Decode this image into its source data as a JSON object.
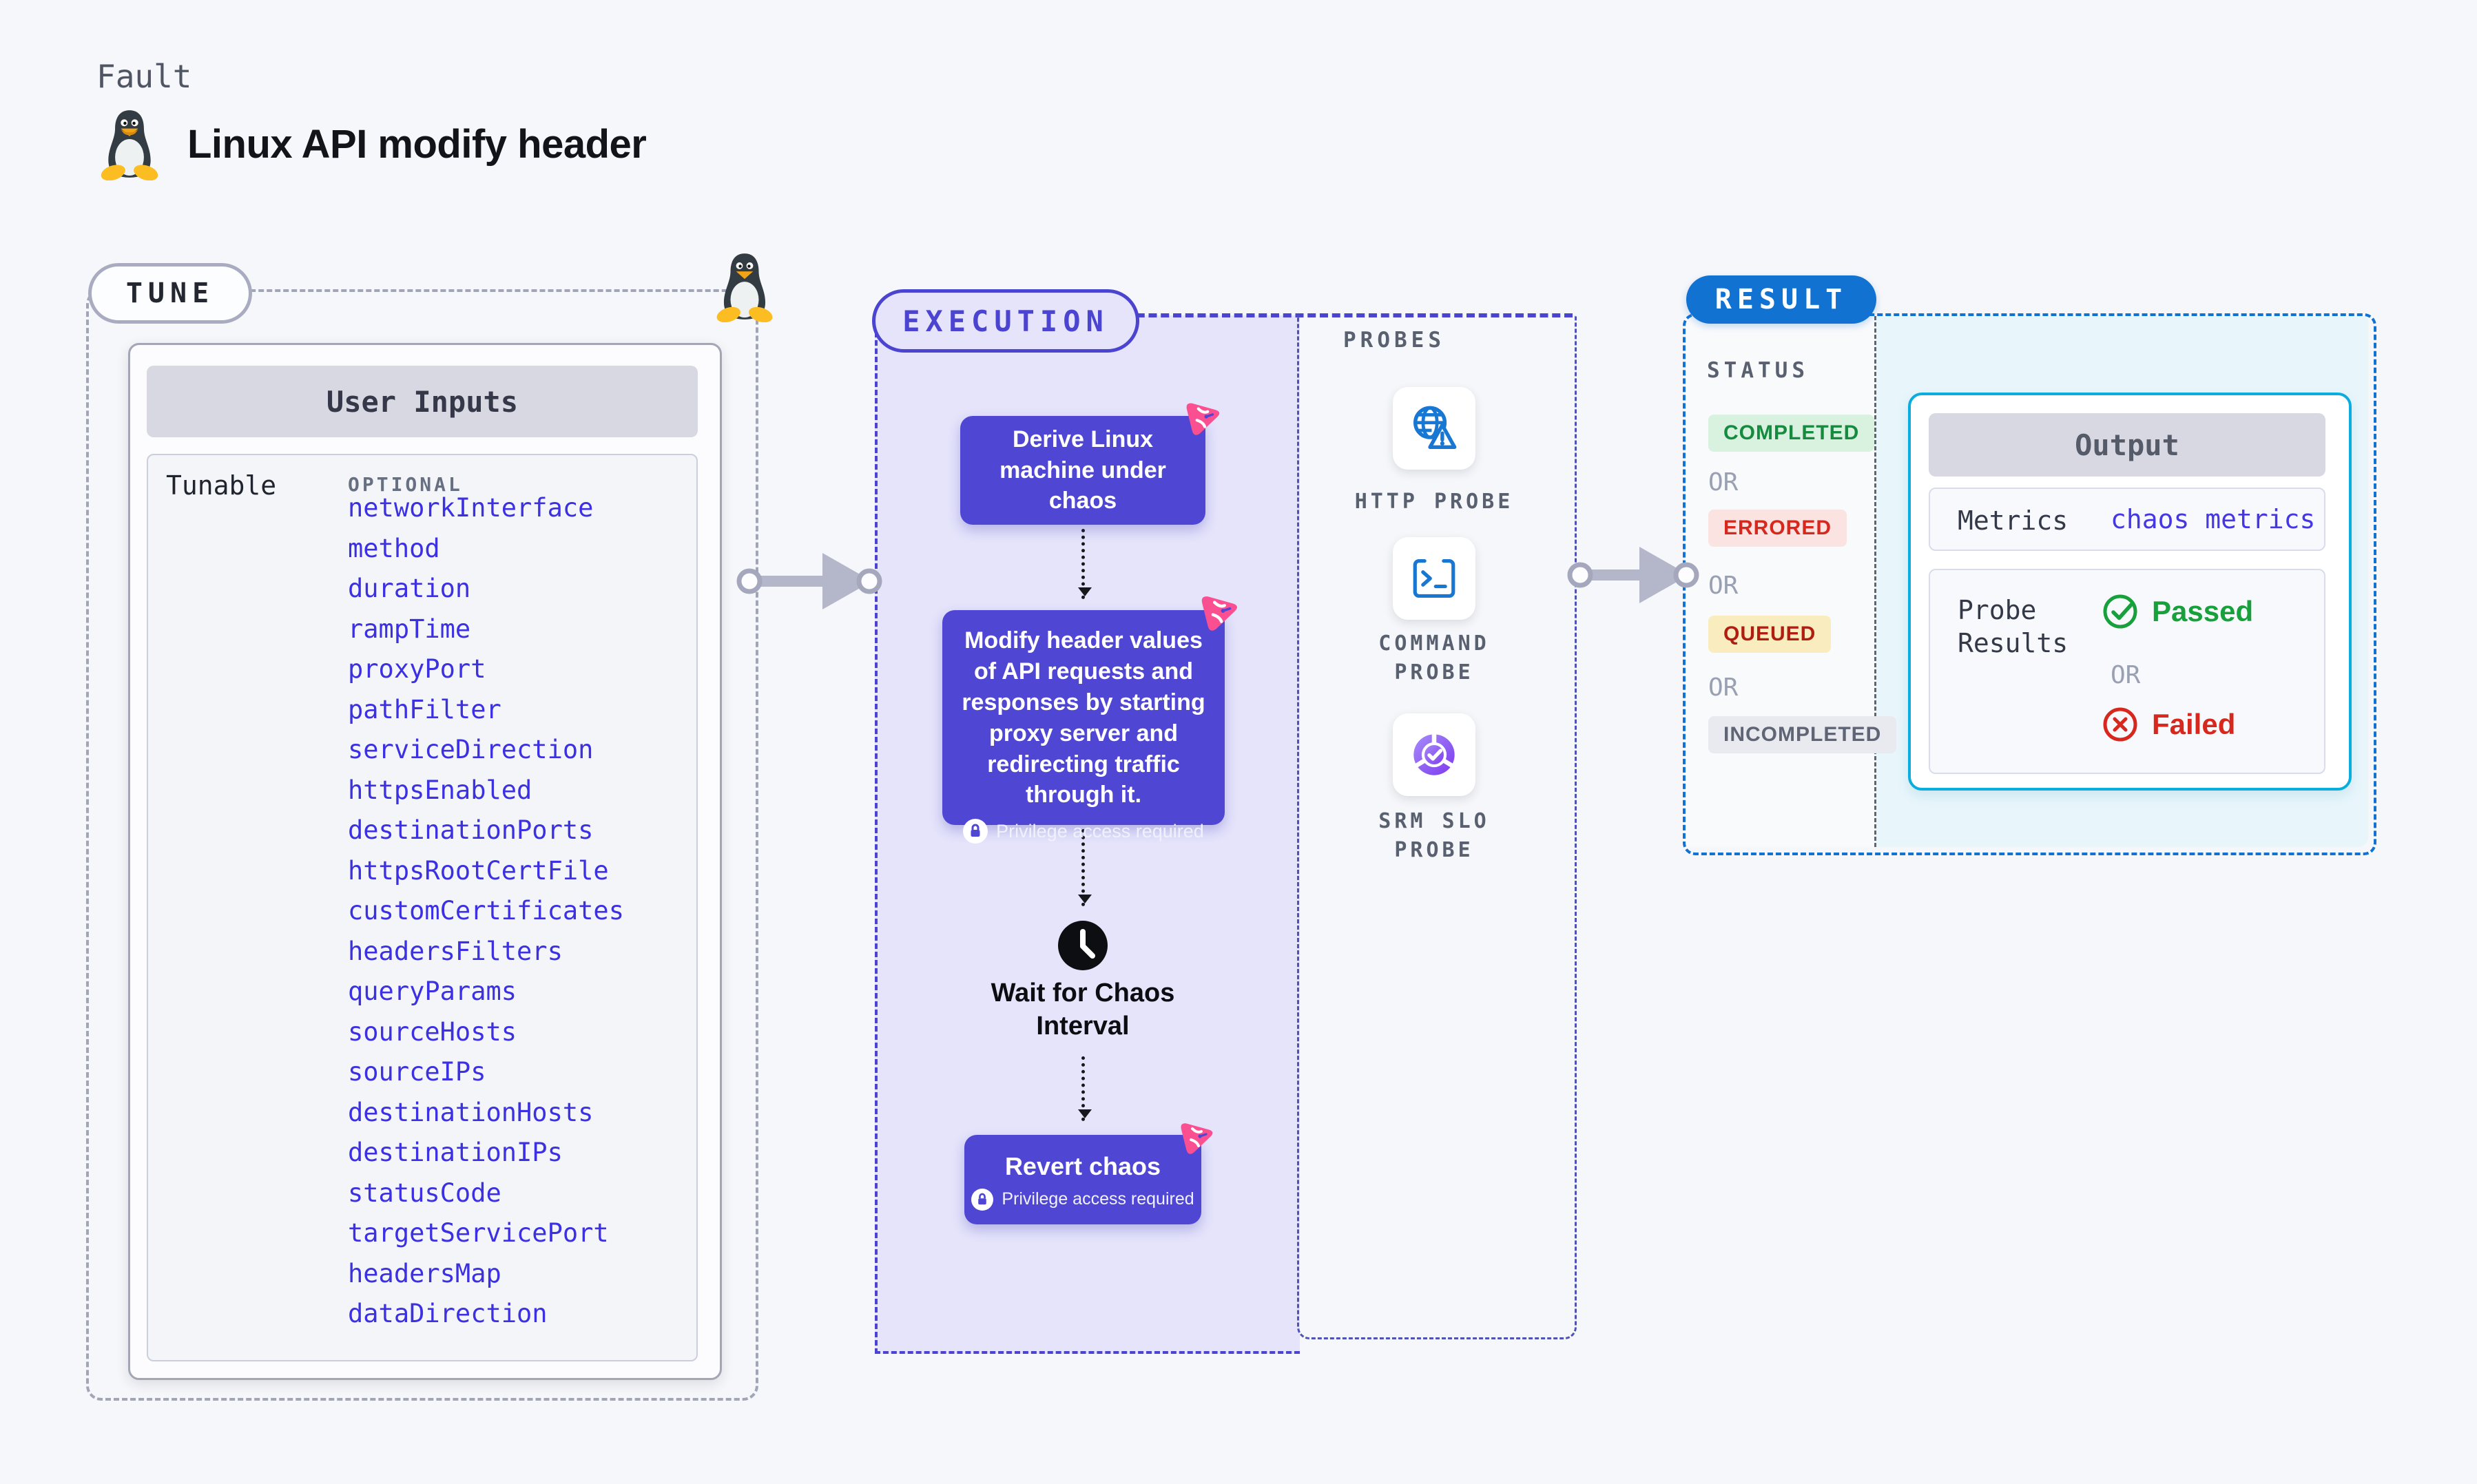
{
  "header": {
    "kicker": "Fault",
    "title": "Linux API modify header"
  },
  "tune": {
    "pill": "TUNE",
    "table_title": "User Inputs",
    "row_label": "Tunable",
    "column_label": "OPTIONAL",
    "tunables": [
      "networkInterface",
      "method",
      "duration",
      "rampTime",
      "proxyPort",
      "pathFilter",
      "serviceDirection",
      "httpsEnabled",
      "destinationPorts",
      "httpsRootCertFile",
      "customCertificates",
      "headersFilters",
      "queryParams",
      "sourceHosts",
      "sourceIPs",
      "destinationHosts",
      "destinationIPs",
      "statusCode",
      "targetServicePort",
      "headersMap",
      "dataDirection"
    ]
  },
  "execution": {
    "pill": "EXECUTION",
    "step_derive": "Derive Linux machine under chaos",
    "step_modify": "Modify header values of API requests and responses by starting proxy server and redirecting traffic through it.",
    "step_wait": "Wait for Chaos Interval",
    "step_revert": "Revert chaos",
    "privilege_note": "Privilege access required"
  },
  "probes": {
    "label": "PROBES",
    "items": [
      {
        "label": "HTTP PROBE"
      },
      {
        "label": "COMMAND PROBE"
      },
      {
        "label": "SRM SLO PROBE"
      }
    ]
  },
  "result": {
    "pill": "RESULT",
    "status_label": "STATUS",
    "or_label": "OR",
    "statuses": [
      {
        "label": "COMPLETED"
      },
      {
        "label": "ERRORED"
      },
      {
        "label": "QUEUED"
      },
      {
        "label": "INCOMPLETED"
      }
    ],
    "output": {
      "title": "Output",
      "metrics_label": "Metrics",
      "metrics_value": "chaos metrics",
      "probe_results_label": "Probe Results",
      "passed": "Passed",
      "failed": "Failed"
    }
  },
  "icons": [
    "tux-penguin-icon",
    "chaos-burst-icon",
    "lock-icon",
    "clock-icon",
    "globe-warning-icon",
    "terminal-icon",
    "slo-donut-check-icon",
    "flow-arrow-icon",
    "check-circle-icon",
    "x-circle-icon"
  ],
  "colors": {
    "page_bg": "#f6f7fa",
    "execution_bg": "#e5e4fb",
    "node_indigo": "#4f46d4",
    "accent_indigo": "#4b44d0",
    "chaos_pink": "#fa5091",
    "result_blue": "#1272d2",
    "output_cyan_border": "#0badde",
    "output_panel_bg": "#e8f6fb",
    "passed_green": "#18a03c",
    "failed_red": "#d7281e",
    "completed_bg": "#d9f2df",
    "errored_bg": "#fbe3e1",
    "queued_bg": "#f9edc0",
    "incompleted_bg": "#e9eaf0",
    "tunable_link_blue": "#3b30e2"
  }
}
